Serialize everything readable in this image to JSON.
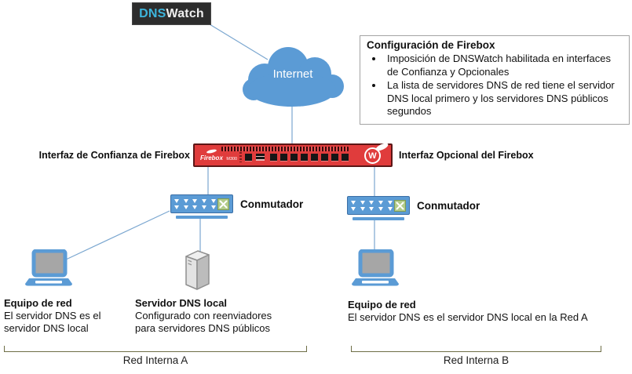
{
  "diagram": {
    "dnswatch_logo": {
      "dns": "DNS",
      "watch": "Watch"
    },
    "internet_cloud": {
      "label": "Internet"
    },
    "firebox_config_note": {
      "title": "Configuración de Firebox",
      "bullets": [
        "Imposición de DNSWatch habilitada en interfaces de Confianza y Opcionales",
        "La lista de servidores DNS de red tiene el servidor DNS local primero y los servidores DNS públicos segundos"
      ]
    },
    "firebox": {
      "brand": "Firebox",
      "model": "M300",
      "badge_letter": "W",
      "trusted_interface_label": "Interfaz de Confianza de Firebox",
      "optional_interface_label": "Interfaz Opcional del Firebox"
    },
    "switches": {
      "switch_a_label": "Conmutador",
      "switch_b_label": "Conmutador"
    },
    "network_a": {
      "client": {
        "title": "Equipo de red",
        "lines": [
          "El servidor DNS es el",
          "servidor DNS local"
        ]
      },
      "dns_server": {
        "title": "Servidor DNS local",
        "lines": [
          "Configurado con reenviadores",
          "para servidores DNS públicos"
        ]
      },
      "bracket_label": "Red Interna A"
    },
    "network_b": {
      "client": {
        "title": "Equipo de red",
        "lines": [
          "El servidor DNS es el servidor DNS local en la Red A"
        ]
      },
      "bracket_label": "Red Interna B"
    },
    "colors": {
      "node_blue": "#5b9bd5",
      "firebox_red": "#e03c3c",
      "firebox_border": "#5c1616",
      "connection_line": "#7ba7d0",
      "dnswatch_bg": "#2d2d2d",
      "dnswatch_cyan": "#3db5dc",
      "bracket_olive": "#6e6e46",
      "switch_x_green": "#b3cc8a",
      "server_gray": "#c4c4c4",
      "screen_gray": "#a6a6a6"
    }
  }
}
